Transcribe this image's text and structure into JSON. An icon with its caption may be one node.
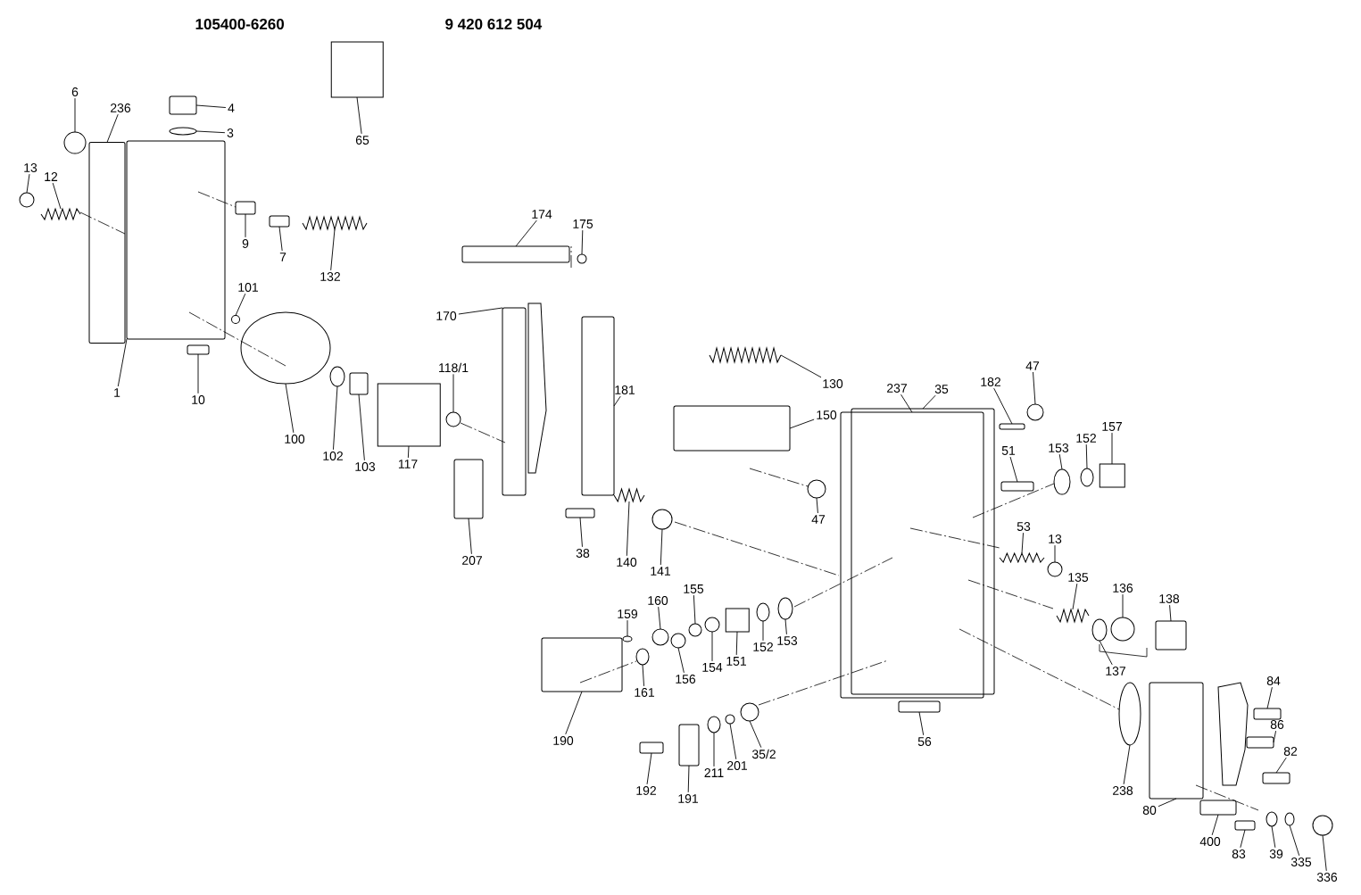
{
  "diagram": {
    "nodes": [
      {
        "text": [
          "6"
        ]
      },
      {
        "text": [
          "236"
        ]
      },
      {
        "text": [
          "4"
        ]
      },
      {
        "text": [
          "3"
        ]
      },
      {
        "text": [
          "13"
        ]
      },
      {
        "text": [
          "12"
        ]
      },
      {
        "text": [
          "65"
        ]
      },
      {
        "text": [
          "9"
        ]
      },
      {
        "text": [
          "7"
        ]
      },
      {
        "text": [
          "132"
        ]
      },
      {
        "text": [
          "174"
        ]
      },
      {
        "text": [
          "175"
        ]
      },
      {
        "text": [
          "101"
        ]
      },
      {
        "text": [
          "170"
        ]
      },
      {
        "text": [
          "1"
        ]
      },
      {
        "text": [
          "10"
        ]
      },
      {
        "text": [
          "181"
        ]
      },
      {
        "text": [
          "130"
        ]
      },
      {
        "text": [
          "118/1"
        ]
      },
      {
        "text": [
          "100"
        ]
      },
      {
        "text": [
          "102"
        ]
      },
      {
        "text": [
          "103"
        ]
      },
      {
        "text": [
          "117"
        ]
      },
      {
        "text": [
          "150"
        ]
      },
      {
        "text": [
          "237"
        ]
      },
      {
        "text": [
          "35"
        ]
      },
      {
        "text": [
          "182"
        ]
      },
      {
        "text": [
          "47"
        ]
      },
      {
        "text": [
          "51"
        ]
      },
      {
        "text": [
          "153"
        ]
      },
      {
        "text": [
          "152"
        ]
      },
      {
        "text": [
          "157"
        ]
      },
      {
        "text": [
          "47"
        ]
      },
      {
        "text": [
          "207"
        ]
      },
      {
        "text": [
          "38"
        ]
      },
      {
        "text": [
          "140"
        ]
      },
      {
        "text": [
          "141"
        ]
      },
      {
        "text": [
          "53"
        ]
      },
      {
        "text": [
          "13"
        ]
      },
      {
        "text": [
          "135"
        ]
      },
      {
        "text": [
          "136"
        ]
      },
      {
        "text": [
          "138"
        ]
      },
      {
        "text": [
          "137"
        ]
      },
      {
        "text": [
          "159"
        ]
      },
      {
        "text": [
          "160"
        ]
      },
      {
        "text": [
          "155"
        ]
      },
      {
        "text": [
          "156"
        ]
      },
      {
        "text": [
          "154"
        ]
      },
      {
        "text": [
          "151"
        ]
      },
      {
        "text": [
          "152"
        ]
      },
      {
        "text": [
          "153"
        ]
      },
      {
        "text": [
          "161"
        ]
      },
      {
        "text": [
          "190"
        ]
      },
      {
        "text": [
          "192"
        ]
      },
      {
        "text": [
          "191"
        ]
      },
      {
        "text": [
          "211"
        ]
      },
      {
        "text": [
          "201"
        ]
      },
      {
        "text": [
          "35/2"
        ]
      },
      {
        "text": [
          "56"
        ]
      },
      {
        "text": [
          "84"
        ]
      },
      {
        "text": [
          "86"
        ]
      },
      {
        "text": [
          "82"
        ]
      },
      {
        "text": [
          "238"
        ]
      },
      {
        "text": [
          "80"
        ]
      },
      {
        "text": [
          "400"
        ]
      },
      {
        "text": [
          "83"
        ]
      },
      {
        "text": [
          "39"
        ]
      },
      {
        "text": [
          "335"
        ]
      },
      {
        "text": [
          "336"
        ]
      },
      {
        "text": [],
        "shape": "circle"
      },
      {
        "text": [],
        "shape": "box"
      },
      {
        "text": [],
        "shape": "box"
      },
      {
        "text": [],
        "shape": "ellipse"
      },
      {
        "text": [],
        "shape": "circle"
      },
      {
        "text": [],
        "shape": "spring"
      },
      {
        "text": [],
        "shape": "cylinder"
      },
      {
        "text": [],
        "shape": "box"
      },
      {
        "text": [],
        "shape": "box"
      },
      {
        "text": [],
        "shape": "spring"
      },
      {
        "text": [],
        "shape": "box"
      },
      {
        "text": [],
        "shape": "circle"
      },
      {
        "text": [],
        "shape": "circle"
      },
      {
        "text": [],
        "shape": "box"
      },
      {
        "text": [],
        "shape": "box"
      },
      {
        "text": [],
        "shape": "box"
      },
      {
        "text": [],
        "shape": "box"
      },
      {
        "text": [],
        "shape": "spring"
      },
      {
        "text": [],
        "shape": "circle"
      },
      {
        "text": [],
        "shape": "ellipse"
      },
      {
        "text": [],
        "shape": "ellipse"
      },
      {
        "text": [],
        "shape": "box"
      },
      {
        "text": [],
        "shape": "cylinder"
      },
      {
        "text": [],
        "shape": "box"
      },
      {
        "text": [],
        "shape": "box"
      },
      {
        "text": [],
        "shape": "box"
      },
      {
        "text": [],
        "shape": "box"
      },
      {
        "text": [],
        "shape": "circle"
      },
      {
        "text": [],
        "shape": "box"
      },
      {
        "text": [],
        "shape": "ellipse"
      },
      {
        "text": [],
        "shape": "ellipse"
      },
      {
        "text": [],
        "shape": "cylinder"
      },
      {
        "text": [],
        "shape": "circle"
      },
      {
        "text": [],
        "shape": "box"
      },
      {
        "text": [],
        "shape": "box"
      },
      {
        "text": [],
        "shape": "spring"
      },
      {
        "text": [],
        "shape": "circle"
      },
      {
        "text": [],
        "shape": "spring"
      },
      {
        "text": [],
        "shape": "circle"
      },
      {
        "text": [],
        "shape": "spring"
      },
      {
        "text": [],
        "shape": "circle"
      },
      {
        "text": [],
        "shape": "box"
      },
      {
        "text": [],
        "shape": "ellipse"
      },
      {
        "text": [],
        "shape": "ellipse"
      },
      {
        "text": [],
        "shape": "circle"
      },
      {
        "text": [],
        "shape": "circle"
      },
      {
        "text": [],
        "shape": "circle"
      },
      {
        "text": [],
        "shape": "circle"
      },
      {
        "text": [],
        "shape": "cylinder"
      },
      {
        "text": [],
        "shape": "ellipse"
      },
      {
        "text": [],
        "shape": "ellipse"
      },
      {
        "text": [],
        "shape": "ellipse"
      },
      {
        "text": [],
        "shape": "box"
      },
      {
        "text": [],
        "shape": "box"
      },
      {
        "text": [],
        "shape": "box"
      },
      {
        "text": [],
        "shape": "ellipse"
      },
      {
        "text": [],
        "shape": "circle"
      },
      {
        "text": [],
        "shape": "circle"
      },
      {
        "text": [],
        "shape": "box"
      },
      {
        "text": [],
        "shape": "box"
      },
      {
        "text": [],
        "shape": "box"
      },
      {
        "text": [],
        "shape": "box"
      },
      {
        "text": [],
        "shape": "ellipse"
      },
      {
        "text": [],
        "shape": "box"
      },
      {
        "text": [],
        "shape": "box"
      },
      {
        "text": [],
        "shape": "box"
      },
      {
        "text": [],
        "shape": "ellipse"
      },
      {
        "text": [],
        "shape": "ellipse"
      },
      {
        "text": [],
        "shape": "circle"
      }
    ],
    "edges": [
      {
        "from": 0,
        "to": 69,
        "arrow": "none"
      },
      {
        "from": 1,
        "to": 70,
        "arrow": "none"
      },
      {
        "from": 2,
        "to": 71,
        "arrow": "none"
      },
      {
        "from": 3,
        "to": 72,
        "arrow": "none"
      },
      {
        "from": 4,
        "to": 73,
        "arrow": "none"
      },
      {
        "from": 5,
        "to": 74,
        "arrow": "none"
      },
      {
        "from": 6,
        "to": 75,
        "arrow": "none"
      },
      {
        "from": 7,
        "to": 76,
        "arrow": "none"
      },
      {
        "from": 8,
        "to": 77,
        "arrow": "none"
      },
      {
        "from": 9,
        "to": 78,
        "arrow": "none"
      },
      {
        "from": 10,
        "to": 79,
        "arrow": "none"
      },
      {
        "from": 11,
        "to": 80,
        "arrow": "none"
      },
      {
        "from": 12,
        "to": 81,
        "arrow": "none"
      },
      {
        "from": 13,
        "to": 82,
        "arrow": "none"
      },
      {
        "from": 14,
        "to": 83,
        "arrow": "none"
      },
      {
        "from": 15,
        "to": 84,
        "arrow": "none"
      },
      {
        "from": 16,
        "to": 85,
        "arrow": "none"
      },
      {
        "from": 17,
        "to": 86,
        "arrow": "none"
      },
      {
        "from": 18,
        "to": 87,
        "arrow": "none"
      },
      {
        "from": 19,
        "to": 88,
        "arrow": "none"
      },
      {
        "from": 20,
        "to": 89,
        "arrow": "none"
      },
      {
        "from": 21,
        "to": 90,
        "arrow": "none"
      },
      {
        "from": 22,
        "to": 91,
        "arrow": "none"
      },
      {
        "from": 23,
        "to": 92,
        "arrow": "none"
      },
      {
        "from": 24,
        "to": 93,
        "arrow": "none"
      },
      {
        "from": 25,
        "to": 94,
        "arrow": "none"
      },
      {
        "from": 26,
        "to": 95,
        "arrow": "none"
      },
      {
        "from": 27,
        "to": 96,
        "arrow": "none"
      },
      {
        "from": 28,
        "to": 97,
        "arrow": "none"
      },
      {
        "from": 29,
        "to": 98,
        "arrow": "none"
      },
      {
        "from": 30,
        "to": 99,
        "arrow": "none"
      },
      {
        "from": 31,
        "to": 100,
        "arrow": "none"
      },
      {
        "from": 32,
        "to": 101,
        "arrow": "none"
      },
      {
        "from": 33,
        "to": 102,
        "arrow": "none"
      },
      {
        "from": 34,
        "to": 103,
        "arrow": "none"
      },
      {
        "from": 35,
        "to": 104,
        "arrow": "none"
      },
      {
        "from": 36,
        "to": 105,
        "arrow": "none"
      },
      {
        "from": 37,
        "to": 106,
        "arrow": "none"
      },
      {
        "from": 38,
        "to": 107,
        "arrow": "none"
      },
      {
        "from": 39,
        "to": 108,
        "arrow": "none"
      },
      {
        "from": 40,
        "to": 109,
        "arrow": "none"
      },
      {
        "from": 41,
        "to": 110,
        "arrow": "none"
      },
      {
        "from": 42,
        "to": 111,
        "arrow": "none"
      },
      {
        "from": 43,
        "to": 112,
        "arrow": "none"
      },
      {
        "from": 44,
        "to": 113,
        "arrow": "none"
      },
      {
        "from": 45,
        "to": 114,
        "arrow": "none"
      },
      {
        "from": 46,
        "to": 115,
        "arrow": "none"
      },
      {
        "from": 47,
        "to": 116,
        "arrow": "none"
      },
      {
        "from": 48,
        "to": 117,
        "arrow": "none"
      },
      {
        "from": 49,
        "to": 118,
        "arrow": "none"
      },
      {
        "from": 50,
        "to": 119,
        "arrow": "none"
      },
      {
        "from": 51,
        "to": 120,
        "arrow": "none"
      },
      {
        "from": 52,
        "to": 121,
        "arrow": "none"
      },
      {
        "from": 53,
        "to": 122,
        "arrow": "none"
      },
      {
        "from": 54,
        "to": 123,
        "arrow": "none"
      },
      {
        "from": 55,
        "to": 124,
        "arrow": "none"
      },
      {
        "from": 56,
        "to": 125,
        "arrow": "none"
      },
      {
        "from": 57,
        "to": 126,
        "arrow": "none"
      },
      {
        "from": 58,
        "to": 127,
        "arrow": "none"
      },
      {
        "from": 59,
        "to": 128,
        "arrow": "none"
      },
      {
        "from": 60,
        "to": 129,
        "arrow": "none"
      },
      {
        "from": 61,
        "to": 130,
        "arrow": "none"
      },
      {
        "from": 62,
        "to": 131,
        "arrow": "none"
      },
      {
        "from": 63,
        "to": 132,
        "arrow": "none"
      },
      {
        "from": 64,
        "to": 133,
        "arrow": "none"
      },
      {
        "from": 65,
        "to": 134,
        "arrow": "none"
      },
      {
        "from": 66,
        "to": 135,
        "arrow": "none"
      },
      {
        "from": 67,
        "to": 136,
        "arrow": "none"
      },
      {
        "from": 68,
        "to": 137,
        "arrow": "none"
      }
    ],
    "labels": [
      "105400-6260",
      "9 420 612 504"
    ]
  }
}
